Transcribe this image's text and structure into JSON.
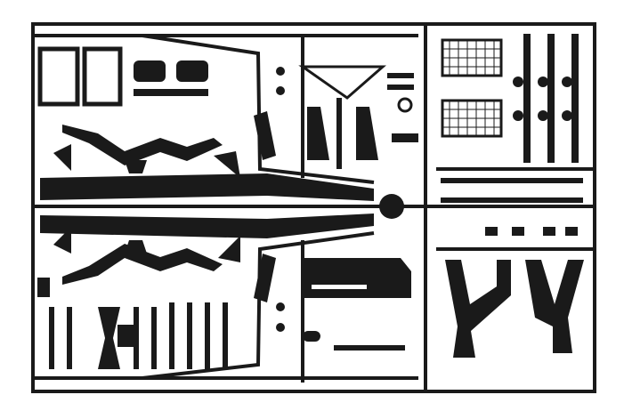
{
  "colors": {
    "background": "#ffffff",
    "plastic": "#1a1a1a",
    "highlight": "#ffffff"
  },
  "parts": {
    "groups": [
      "frame-runner",
      "chassis-rails",
      "suspension-arms",
      "grilles",
      "vertical-struts",
      "fuel-tank",
      "central-hub",
      "stand-legs"
    ]
  }
}
